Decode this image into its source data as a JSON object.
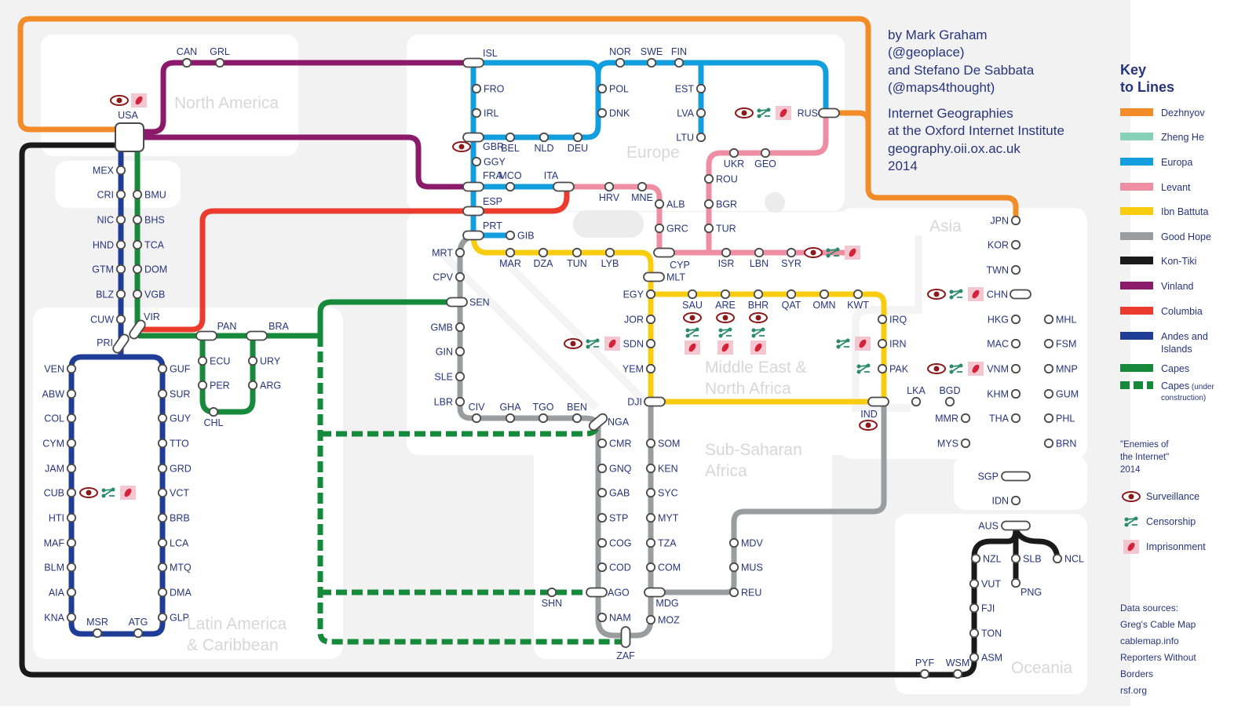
{
  "credits": {
    "lines": [
      "by Mark Graham",
      "(@geoplace)",
      "and Stefano De Sabbata",
      "(@maps4thought)",
      "Internet Geographies",
      "at the Oxford Internet Institute",
      "geography.oii.ox.ac.uk",
      "2014"
    ]
  },
  "regions": [
    {
      "name": "north-america",
      "lines": [
        "North America"
      ]
    },
    {
      "name": "europe",
      "lines": [
        "Europe"
      ]
    },
    {
      "name": "asia",
      "lines": [
        "Asia"
      ]
    },
    {
      "name": "middle-east",
      "lines": [
        "Middle East &",
        "North Africa"
      ]
    },
    {
      "name": "sub-saharan",
      "lines": [
        "Sub-Saharan",
        "Africa"
      ]
    },
    {
      "name": "latin-america",
      "lines": [
        "Latin America",
        "& Caribbean"
      ]
    },
    {
      "name": "oceania",
      "lines": [
        "Oceania"
      ]
    }
  ],
  "key": {
    "title_lines": [
      "Key",
      "to Lines"
    ],
    "items": [
      {
        "label": "Dezhnyov",
        "color": "#f28c28",
        "dashed": false
      },
      {
        "label": "Zheng He",
        "color": "#86d1b7",
        "dashed": false
      },
      {
        "label": "Europa",
        "color": "#139fdd",
        "dashed": false
      },
      {
        "label": "Levant",
        "color": "#ee8ea3",
        "dashed": false
      },
      {
        "label": "Ibn Battuta",
        "color": "#f9cd0f",
        "dashed": false
      },
      {
        "label": "Good Hope",
        "color": "#9a9c9e",
        "dashed": false
      },
      {
        "label": "Kon-Tiki",
        "color": "#1a1a1a",
        "dashed": false
      },
      {
        "label": "Vinland",
        "color": "#8b1a6b",
        "dashed": false
      },
      {
        "label": "Columbia",
        "color": "#ea3b2c",
        "dashed": false
      },
      {
        "label": "Andes and Islands",
        "color": "#1f3c96",
        "dashed": false
      },
      {
        "label": "Capes",
        "color": "#17893a",
        "dashed": false
      },
      {
        "label": "Capes (under construction)",
        "color": "#17893a",
        "dashed": true
      }
    ],
    "enemies_lines": [
      "\"Enemies of",
      "the Internet\"",
      "2014"
    ],
    "legend": [
      {
        "icon": "surveillance-icon",
        "label": "Surveillance"
      },
      {
        "icon": "censorship-icon",
        "label": "Censorship"
      },
      {
        "icon": "imprisonment-icon",
        "label": "Imprisonment"
      }
    ],
    "sources_lines": [
      "Data sources:",
      "Greg's Cable Map",
      "cablemap.info",
      "Reporters Without",
      "Borders",
      "rsf.org"
    ]
  },
  "lines": [
    {
      "id": "dezhnyov",
      "color": "#f28c28",
      "stations": [
        "USA",
        "RUS",
        "JPN"
      ]
    },
    {
      "id": "vinland",
      "color": "#8b1a6b",
      "stations": [
        "USA",
        "CAN",
        "GRL",
        "ISL",
        "FRA"
      ]
    },
    {
      "id": "europa",
      "color": "#139fdd",
      "stations": [
        "ISL",
        "FRO",
        "IRL",
        "GBR",
        "GGY",
        "FRA",
        "ESP",
        "PRT",
        "GIB",
        "BEL",
        "NLD",
        "DEU",
        "POL",
        "DNK",
        "NOR",
        "SWE",
        "FIN",
        "EST",
        "LVA",
        "LTU",
        "RUS",
        "MCO",
        "ITA"
      ]
    },
    {
      "id": "levant",
      "color": "#ee8ea3",
      "stations": [
        "RUS",
        "UKR",
        "GEO",
        "ROU",
        "BGR",
        "TUR",
        "ITA",
        "HRV",
        "MNE",
        "ALB",
        "GRC",
        "CYP",
        "ISR",
        "LBN",
        "SYR"
      ]
    },
    {
      "id": "ibn-battuta",
      "color": "#f9cd0f",
      "stations": [
        "PRT",
        "MAR",
        "DZA",
        "TUN",
        "LYB",
        "MLT",
        "EGY",
        "SAU",
        "ARE",
        "BHR",
        "QAT",
        "OMN",
        "KWT",
        "IRQ",
        "IRN",
        "PAK",
        "IND",
        "DJI",
        "JOR",
        "SDN",
        "YEM"
      ]
    },
    {
      "id": "good-hope",
      "color": "#9a9c9e",
      "stations": [
        "PRT",
        "MRT",
        "CPV",
        "SEN",
        "GMB",
        "GIN",
        "SLE",
        "LBR",
        "CIV",
        "GHA",
        "TGO",
        "BEN",
        "NGA",
        "CMR",
        "GNQ",
        "GAB",
        "STP",
        "COG",
        "COD",
        "AGO",
        "NAM",
        "ZAF",
        "MOZ",
        "MDG",
        "REU",
        "MUS",
        "MDV",
        "IND",
        "SOM",
        "KEN",
        "SYC",
        "MYT",
        "TZA",
        "COM"
      ]
    },
    {
      "id": "kon-tiki",
      "color": "#1a1a1a",
      "stations": [
        "USA",
        "WSM",
        "PYF",
        "ASM",
        "TON",
        "FJI",
        "VUT",
        "NZL",
        "AUS",
        "SLB",
        "PNG",
        "NCL"
      ]
    },
    {
      "id": "columbia",
      "color": "#ea3b2c",
      "stations": [
        "VIR",
        "ESP",
        "ITA"
      ]
    },
    {
      "id": "andes-and-islands",
      "color": "#1f3c96",
      "stations": [
        "USA",
        "MEX",
        "CRI",
        "NIC",
        "HND",
        "GTM",
        "BLZ",
        "CUW",
        "PRI",
        "VEN",
        "ABW",
        "COL",
        "CYM",
        "JAM",
        "CUB",
        "HTI",
        "MAF",
        "BLM",
        "AIA",
        "KNA",
        "MSR",
        "ATG",
        "GLP",
        "DMA",
        "MTQ",
        "LCA",
        "BRB",
        "VCT",
        "GRD",
        "TTO",
        "GUY",
        "SUR",
        "GUF"
      ]
    },
    {
      "id": "capes",
      "color": "#17893a",
      "stations": [
        "USA",
        "BMU",
        "BHS",
        "TCA",
        "DOM",
        "VGB",
        "VIR",
        "PAN",
        "BRA",
        "ECU",
        "PER",
        "CHL",
        "URY",
        "ARG",
        "SEN"
      ]
    },
    {
      "id": "capes-under-construction",
      "color": "#17893a",
      "stations": [
        "BRA",
        "NGA",
        "AGO",
        "SHN",
        "ZAF"
      ]
    }
  ],
  "enemies": [
    {
      "country": "USA",
      "marks": [
        "surveillance-icon",
        "imprisonment-icon"
      ]
    },
    {
      "country": "GBR",
      "marks": [
        "surveillance-icon"
      ]
    },
    {
      "country": "RUS",
      "marks": [
        "surveillance-icon",
        "censorship-icon",
        "imprisonment-icon"
      ]
    },
    {
      "country": "SYR",
      "marks": [
        "surveillance-icon",
        "censorship-icon",
        "imprisonment-icon"
      ]
    },
    {
      "country": "SAU",
      "marks": [
        "surveillance-icon",
        "censorship-icon",
        "imprisonment-icon"
      ]
    },
    {
      "country": "ARE",
      "marks": [
        "surveillance-icon",
        "censorship-icon",
        "imprisonment-icon"
      ]
    },
    {
      "country": "BHR",
      "marks": [
        "surveillance-icon",
        "censorship-icon",
        "imprisonment-icon"
      ]
    },
    {
      "country": "SDN",
      "marks": [
        "surveillance-icon",
        "censorship-icon",
        "imprisonment-icon"
      ]
    },
    {
      "country": "IRN",
      "marks": [
        "censorship-icon",
        "imprisonment-icon"
      ]
    },
    {
      "country": "PAK",
      "marks": [
        "censorship-icon"
      ]
    },
    {
      "country": "IND",
      "marks": [
        "surveillance-icon"
      ]
    },
    {
      "country": "CHN",
      "marks": [
        "surveillance-icon",
        "censorship-icon",
        "imprisonment-icon"
      ]
    },
    {
      "country": "VNM",
      "marks": [
        "surveillance-icon",
        "censorship-icon",
        "imprisonment-icon"
      ]
    },
    {
      "country": "CUB",
      "marks": [
        "surveillance-icon",
        "censorship-icon",
        "imprisonment-icon"
      ]
    }
  ],
  "stations": [
    "USA",
    "CAN",
    "GRL",
    "ISL",
    "FRO",
    "IRL",
    "GBR",
    "GGY",
    "BEL",
    "NLD",
    "DEU",
    "NOR",
    "SWE",
    "FIN",
    "POL",
    "DNK",
    "EST",
    "LVA",
    "LTU",
    "RUS",
    "UKR",
    "GEO",
    "ROU",
    "BGR",
    "TUR",
    "FRA",
    "MCO",
    "ITA",
    "HRV",
    "MNE",
    "ALB",
    "GRC",
    "ESP",
    "PRT",
    "GIB",
    "MRT",
    "MAR",
    "DZA",
    "TUN",
    "LYB",
    "CYP",
    "MLT",
    "ISR",
    "LBN",
    "SYR",
    "CPV",
    "SEN",
    "GMB",
    "GIN",
    "SLE",
    "LBR",
    "CIV",
    "GHA",
    "TGO",
    "BEN",
    "NGA",
    "CMR",
    "GNQ",
    "GAB",
    "STP",
    "COG",
    "COD",
    "AGO",
    "SHN",
    "NAM",
    "ZAF",
    "EGY",
    "SAU",
    "ARE",
    "BHR",
    "QAT",
    "OMN",
    "KWT",
    "JOR",
    "SDN",
    "YEM",
    "DJI",
    "IRQ",
    "IRN",
    "PAK",
    "IND",
    "SOM",
    "KEN",
    "SYC",
    "MYT",
    "TZA",
    "COM",
    "MDG",
    "MOZ",
    "MDV",
    "MUS",
    "REU",
    "LKA",
    "BGD",
    "MMR",
    "MYS",
    "JPN",
    "KOR",
    "TWN",
    "CHN",
    "HKG",
    "MAC",
    "VNM",
    "KHM",
    "THA",
    "SGP",
    "IDN",
    "AUS",
    "MHL",
    "FSM",
    "MNP",
    "GUM",
    "PHL",
    "BRN",
    "NZL",
    "VUT",
    "FJI",
    "TON",
    "ASM",
    "WSM",
    "PYF",
    "SLB",
    "PNG",
    "NCL",
    "MEX",
    "CRI",
    "NIC",
    "HND",
    "GTM",
    "BLZ",
    "CUW",
    "PRI",
    "BMU",
    "BHS",
    "TCA",
    "DOM",
    "VGB",
    "VIR",
    "PAN",
    "BRA",
    "ECU",
    "PER",
    "CHL",
    "URY",
    "ARG",
    "VEN",
    "ABW",
    "COL",
    "CYM",
    "JAM",
    "CUB",
    "HTI",
    "MAF",
    "BLM",
    "AIA",
    "KNA",
    "MSR",
    "ATG",
    "GUF",
    "SUR",
    "GUY",
    "TTO",
    "GRD",
    "VCT",
    "BRB",
    "LCA",
    "MTQ",
    "DMA",
    "GLP"
  ]
}
